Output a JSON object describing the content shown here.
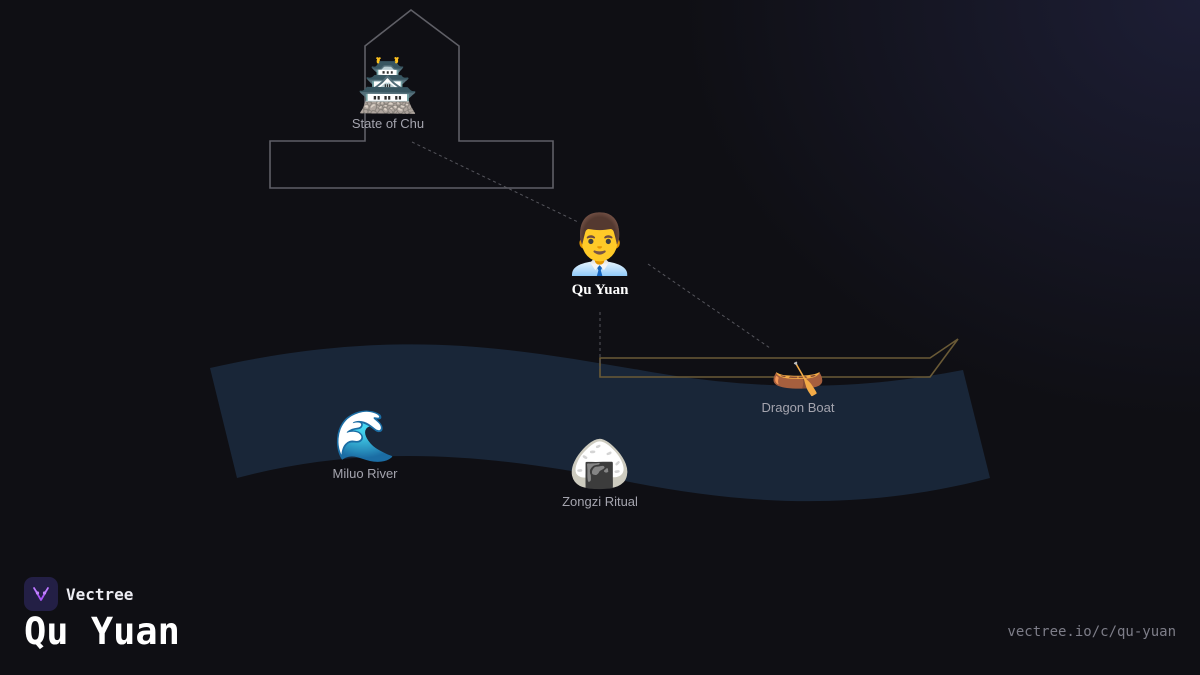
{
  "nodes": {
    "state_of_chu": {
      "icon": "castle-icon",
      "glyph": "🏯",
      "label": "State of Chu"
    },
    "qu_yuan": {
      "icon": "man-office-worker-icon",
      "glyph": "👨‍💼",
      "label": "Qu Yuan"
    },
    "dragon_boat": {
      "icon": "canoe-icon",
      "glyph": "🛶",
      "label": "Dragon Boat"
    },
    "miluo_river": {
      "icon": "water-wave-icon",
      "glyph": "🌊",
      "label": "Miluo River"
    },
    "zongzi_ritual": {
      "icon": "rice-ball-icon",
      "glyph": "🍙",
      "label": "Zongzi Ritual"
    }
  },
  "brand": {
    "name": "Vectree",
    "logo": "vectree-logo-icon"
  },
  "page": {
    "title": "Qu Yuan",
    "url": "vectree.io/c/qu-yuan"
  },
  "colors": {
    "background": "#0f0f14",
    "river": "#1b2a3e",
    "palace_outline": "#5f5f66",
    "boat_outline": "#6a5a36",
    "connector": "#55555c",
    "logo_bg": "#231f45",
    "logo_accent": "#a855f7"
  }
}
